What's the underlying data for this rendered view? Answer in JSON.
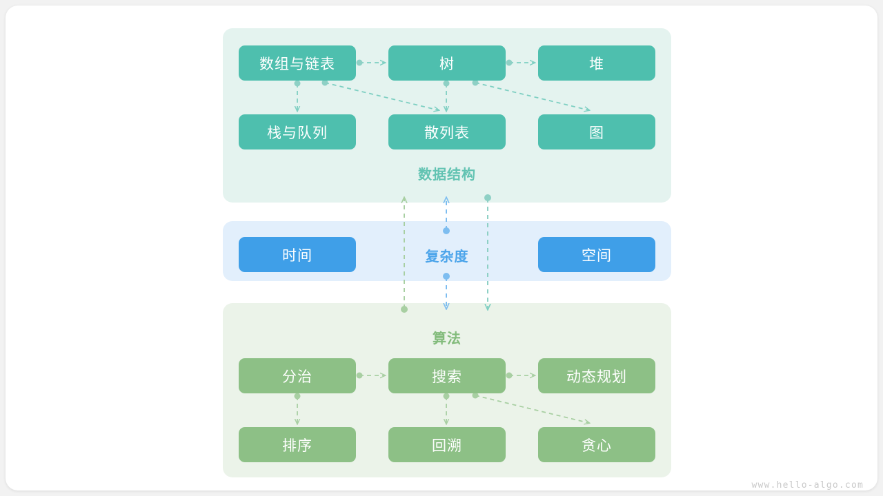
{
  "watermark": "www.hello-algo.com",
  "colors": {
    "page_background": "#f2f2f2",
    "card_background": "#ffffff",
    "data_structure_panel": "#e4f3ef",
    "data_structure_node": "#4ebfae",
    "data_structure_title": "#62c3b2",
    "complexity_panel": "#e2effc",
    "complexity_node": "#3f9fe8",
    "complexity_title": "#4ba4ea",
    "algorithm_panel": "#ebf3e9",
    "algorithm_node": "#8dc086",
    "algorithm_title": "#82bb7b",
    "node_label": "#ffffff",
    "watermark_text": "#c9c9c9"
  },
  "sections": {
    "data_structure": {
      "title": "数据结构",
      "nodes": [
        {
          "label": "数组与链表"
        },
        {
          "label": "树"
        },
        {
          "label": "堆"
        },
        {
          "label": "栈与队列"
        },
        {
          "label": "散列表"
        },
        {
          "label": "图"
        }
      ],
      "edges": [
        {
          "from": "数组与链表",
          "to": "树",
          "style": "dashed-arrow"
        },
        {
          "from": "树",
          "to": "堆",
          "style": "dashed-arrow"
        },
        {
          "from": "数组与链表",
          "to": "栈与队列",
          "style": "dashed-arrow"
        },
        {
          "from": "数组与链表",
          "to": "散列表",
          "style": "dashed-arrow"
        },
        {
          "from": "树",
          "to": "散列表",
          "style": "dashed-arrow"
        },
        {
          "from": "树",
          "to": "图",
          "style": "dashed-arrow"
        }
      ]
    },
    "complexity": {
      "title": "复杂度",
      "nodes": [
        {
          "label": "时间"
        },
        {
          "label": "空间"
        }
      ]
    },
    "algorithm": {
      "title": "算法",
      "nodes": [
        {
          "label": "分治"
        },
        {
          "label": "搜索"
        },
        {
          "label": "动态规划"
        },
        {
          "label": "排序"
        },
        {
          "label": "回溯"
        },
        {
          "label": "贪心"
        }
      ],
      "edges": [
        {
          "from": "分治",
          "to": "搜索",
          "style": "dashed-arrow"
        },
        {
          "from": "搜索",
          "to": "动态规划",
          "style": "dashed-arrow"
        },
        {
          "from": "分治",
          "to": "排序",
          "style": "dashed-arrow"
        },
        {
          "from": "搜索",
          "to": "回溯",
          "style": "dashed-arrow"
        },
        {
          "from": "搜索",
          "to": "贪心",
          "style": "dashed-arrow"
        }
      ]
    }
  },
  "cross_links": [
    {
      "name": "algorithm-to-data-structure",
      "color": "#a8cfa2",
      "direction": "up"
    },
    {
      "name": "complexity-bidirectional",
      "color": "#7dbdf0",
      "direction": "both"
    },
    {
      "name": "data-structure-to-algorithm",
      "color": "#8ed0c5",
      "direction": "down"
    }
  ]
}
